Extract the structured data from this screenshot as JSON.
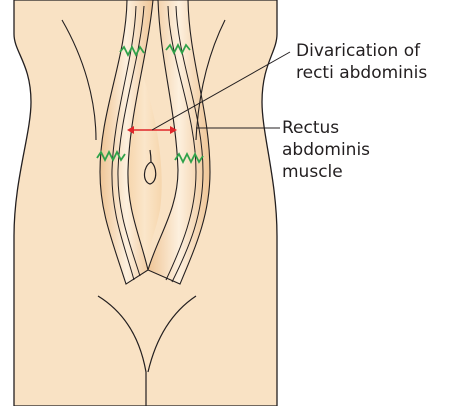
{
  "labels": {
    "divarication": [
      "Divarication of",
      "recti abdominis"
    ],
    "rectus": [
      "Rectus",
      "abdominis",
      "muscle"
    ]
  },
  "colors": {
    "skin": "#f9e2c4",
    "skin_shade": "#f3d0a3",
    "muscle_highlight": "#fdf0de",
    "outline": "#231f20",
    "suture": "#2fa24a",
    "arrow": "#e0262a"
  }
}
